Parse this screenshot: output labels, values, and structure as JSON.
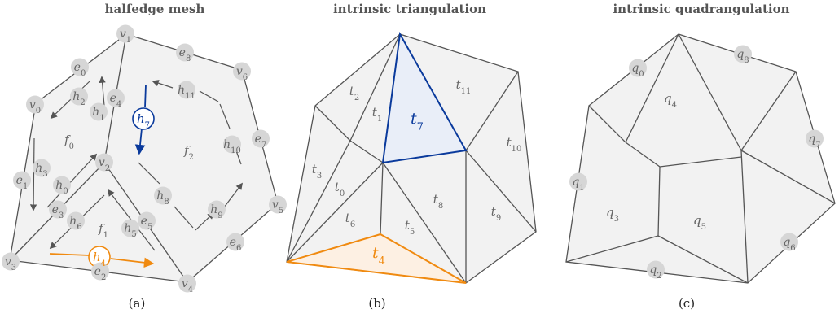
{
  "panels": {
    "a": {
      "title": "halfedge mesh",
      "caption": "(a)"
    },
    "b": {
      "title": "intrinsic triangulation",
      "caption": "(b)"
    },
    "c": {
      "title": "intrinsic quadrangulation",
      "caption": "(c)"
    }
  },
  "colors": {
    "face_fill": "#f2f2f2",
    "edge": "#555555",
    "badge": "#d6d6d6",
    "label_text": "#666666",
    "highlight_blue": "#0a3a9c",
    "highlight_blue_fill": "#e9eef8",
    "highlight_orange": "#f08a10",
    "highlight_orange_fill": "#fdf0e3"
  },
  "mesh_a": {
    "vertices": [
      {
        "id": "v0",
        "base": "v",
        "sub": "0"
      },
      {
        "id": "v1",
        "base": "v",
        "sub": "1"
      },
      {
        "id": "v2",
        "base": "v",
        "sub": "2"
      },
      {
        "id": "v3",
        "base": "v",
        "sub": "3"
      },
      {
        "id": "v4",
        "base": "v",
        "sub": "4"
      },
      {
        "id": "v5",
        "base": "v",
        "sub": "5"
      },
      {
        "id": "v6",
        "base": "v",
        "sub": "6"
      }
    ],
    "edges": [
      {
        "id": "e0",
        "base": "e",
        "sub": "0"
      },
      {
        "id": "e1",
        "base": "e",
        "sub": "1"
      },
      {
        "id": "e2",
        "base": "e",
        "sub": "2"
      },
      {
        "id": "e3",
        "base": "e",
        "sub": "3"
      },
      {
        "id": "e4",
        "base": "e",
        "sub": "4"
      },
      {
        "id": "e5",
        "base": "e",
        "sub": "5"
      },
      {
        "id": "e6",
        "base": "e",
        "sub": "6"
      },
      {
        "id": "e7",
        "base": "e",
        "sub": "7"
      },
      {
        "id": "e8",
        "base": "e",
        "sub": "8"
      }
    ],
    "halfedges": [
      {
        "id": "h0",
        "base": "h",
        "sub": "0"
      },
      {
        "id": "h1",
        "base": "h",
        "sub": "1"
      },
      {
        "id": "h2",
        "base": "h",
        "sub": "2"
      },
      {
        "id": "h3",
        "base": "h",
        "sub": "3"
      },
      {
        "id": "h4",
        "base": "h",
        "sub": "4",
        "highlight": "orange"
      },
      {
        "id": "h5",
        "base": "h",
        "sub": "5"
      },
      {
        "id": "h6",
        "base": "h",
        "sub": "6"
      },
      {
        "id": "h7",
        "base": "h",
        "sub": "7",
        "highlight": "blue"
      },
      {
        "id": "h8",
        "base": "h",
        "sub": "8"
      },
      {
        "id": "h9",
        "base": "h",
        "sub": "9"
      },
      {
        "id": "h10",
        "base": "h",
        "sub": "10"
      },
      {
        "id": "h11",
        "base": "h",
        "sub": "11"
      }
    ],
    "faces": [
      {
        "id": "f0",
        "base": "f",
        "sub": "0"
      },
      {
        "id": "f1",
        "base": "f",
        "sub": "1"
      },
      {
        "id": "f2",
        "base": "f",
        "sub": "2"
      }
    ]
  },
  "mesh_b": {
    "triangles": [
      {
        "id": "t0",
        "base": "t",
        "sub": "0"
      },
      {
        "id": "t1",
        "base": "t",
        "sub": "1"
      },
      {
        "id": "t2",
        "base": "t",
        "sub": "2"
      },
      {
        "id": "t3",
        "base": "t",
        "sub": "3"
      },
      {
        "id": "t4",
        "base": "t",
        "sub": "4",
        "highlight": "orange"
      },
      {
        "id": "t5",
        "base": "t",
        "sub": "5"
      },
      {
        "id": "t6",
        "base": "t",
        "sub": "6"
      },
      {
        "id": "t7",
        "base": "t",
        "sub": "7",
        "highlight": "blue"
      },
      {
        "id": "t8",
        "base": "t",
        "sub": "8"
      },
      {
        "id": "t9",
        "base": "t",
        "sub": "9"
      },
      {
        "id": "t10",
        "base": "t",
        "sub": "10"
      },
      {
        "id": "t11",
        "base": "t",
        "sub": "11"
      }
    ]
  },
  "mesh_c": {
    "quads": [
      {
        "id": "q0",
        "base": "q",
        "sub": "0"
      },
      {
        "id": "q1",
        "base": "q",
        "sub": "1"
      },
      {
        "id": "q2",
        "base": "q",
        "sub": "2"
      },
      {
        "id": "q3",
        "base": "q",
        "sub": "3"
      },
      {
        "id": "q4",
        "base": "q",
        "sub": "4"
      },
      {
        "id": "q5",
        "base": "q",
        "sub": "5"
      },
      {
        "id": "q6",
        "base": "q",
        "sub": "6"
      },
      {
        "id": "q7",
        "base": "q",
        "sub": "7"
      },
      {
        "id": "q8",
        "base": "q",
        "sub": "8"
      }
    ]
  }
}
